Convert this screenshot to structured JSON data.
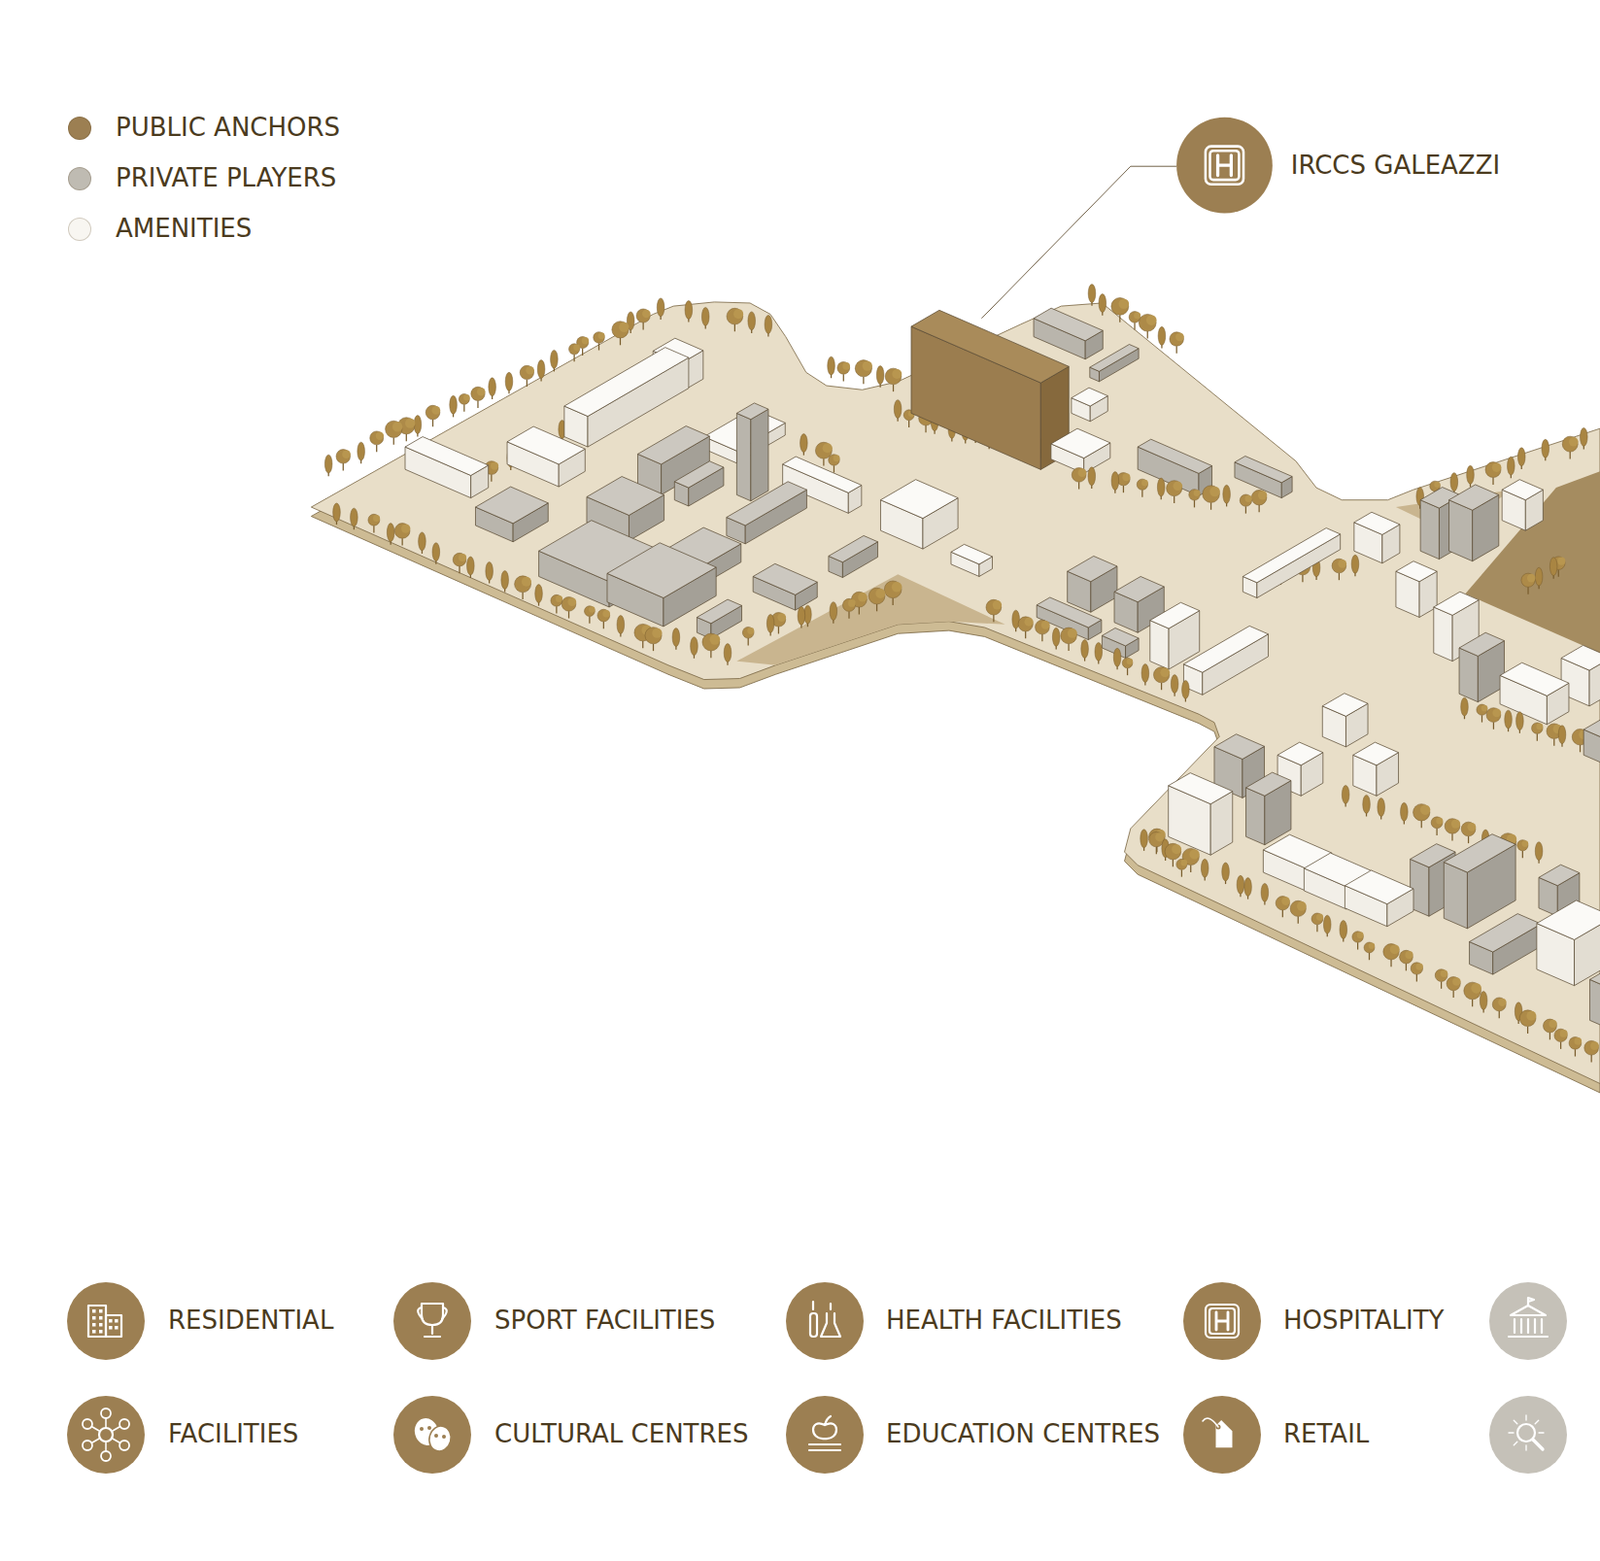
{
  "diagram": {
    "labels": [
      "IRCCS GALEAZZI"
    ],
    "legend": [
      {
        "text": "PUBLIC ANCHORS",
        "color": "#9c7f52"
      },
      {
        "text": "PRIVATE PLAYERS",
        "color": "#bfbbb2"
      },
      {
        "text": "AMENITIES",
        "color": "#f8f6f1"
      },
      {
        "text": "RESIDENTIAL"
      },
      {
        "text": "SPORT FACILITIES"
      },
      {
        "text": "HEALTH FACILITIES"
      },
      {
        "text": "HOSPITALITY"
      },
      {
        "text": "FACILITIES"
      },
      {
        "text": "CULTURAL CENTRES"
      },
      {
        "text": "EDUCATION CENTRES"
      },
      {
        "text": "RETAIL"
      }
    ]
  }
}
